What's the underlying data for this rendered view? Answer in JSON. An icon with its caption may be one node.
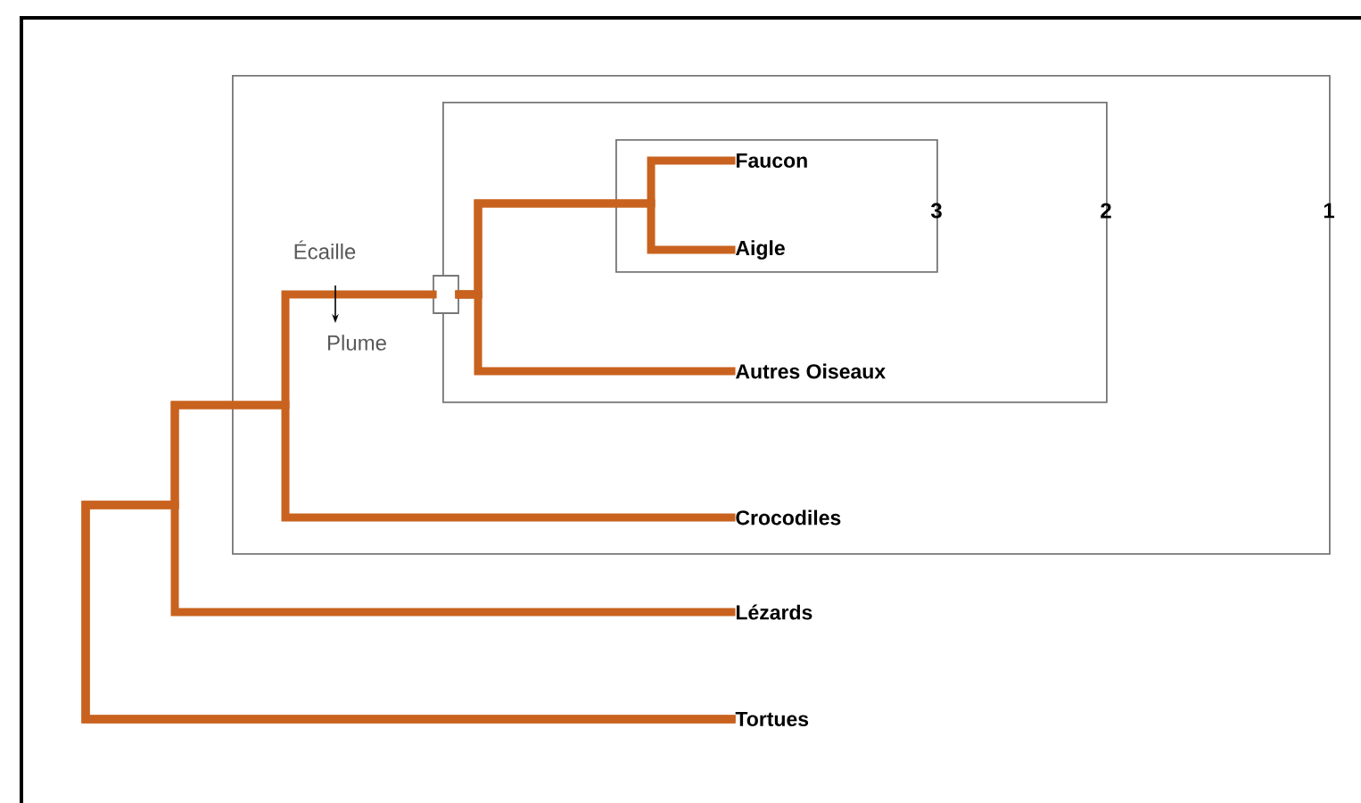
{
  "diagram": {
    "nodes": [
      {
        "text": [
          "1"
        ]
      },
      {
        "text": [
          "2"
        ],
        "in": 0
      },
      {
        "text": [
          "3"
        ],
        "in": 1
      },
      {
        "text": [
          "Faucon"
        ],
        "in": 2
      },
      {
        "text": [
          "Aigle"
        ],
        "in": 2
      },
      {
        "text": [],
        "shape": "box",
        "in": 0
      },
      {
        "text": [
          "Autres Oiseaux"
        ],
        "in": 1
      },
      {
        "text": [
          "Crocodiles"
        ],
        "in": 0
      },
      {
        "text": [
          "Lézards"
        ]
      },
      {
        "text": [
          "Tortues"
        ]
      }
    ],
    "edges": [
      {
        "from": 9,
        "to": 8,
        "arrow": "none"
      },
      {
        "from": 9,
        "to": 7,
        "arrow": "none"
      },
      {
        "from": 9,
        "to": 5,
        "arrow": "none"
      },
      {
        "from": 5,
        "to": 3,
        "arrow": "none"
      },
      {
        "from": 5,
        "to": 4,
        "arrow": "none"
      },
      {
        "from": 5,
        "to": 6,
        "arrow": "none"
      }
    ],
    "labels": [
      "Écaille",
      "Plume"
    ]
  }
}
